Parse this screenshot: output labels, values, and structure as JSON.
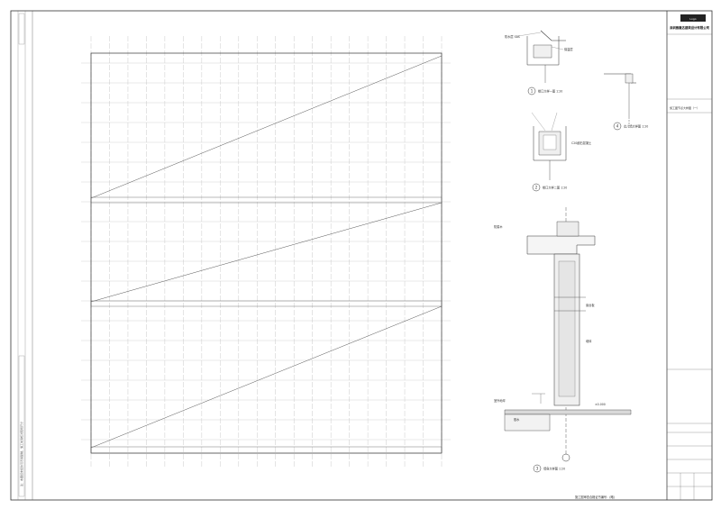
{
  "title_block": {
    "company_cn": "深圳雅惠达建筑设计有限公司",
    "logo_text": "Logo",
    "drawing_title_cn": "施工图节点大样图（一）"
  },
  "footer": {
    "caption": "施工图审查合格证书编号：(略)"
  },
  "details": {
    "d1_label": "1",
    "d2_label": "2",
    "d3_label": "3",
    "d4_label": "4",
    "d1_caption": "檐口大样一图 1:20",
    "d2_caption": "檐口大样二图 1:20",
    "d3_caption": "墙身大样图 1:20",
    "d4_caption": "女儿墙大样图 1:20",
    "labels": [
      "防水层 SBS",
      "保温层",
      "C20细石混凝土",
      "防腐木",
      "室外地坪",
      "散水",
      "±0.000",
      "窗台板",
      "墙体"
    ]
  },
  "margin": {
    "vertical_note": "注：本图纸未经许可不得复制，施工前请核对现场尺寸"
  }
}
